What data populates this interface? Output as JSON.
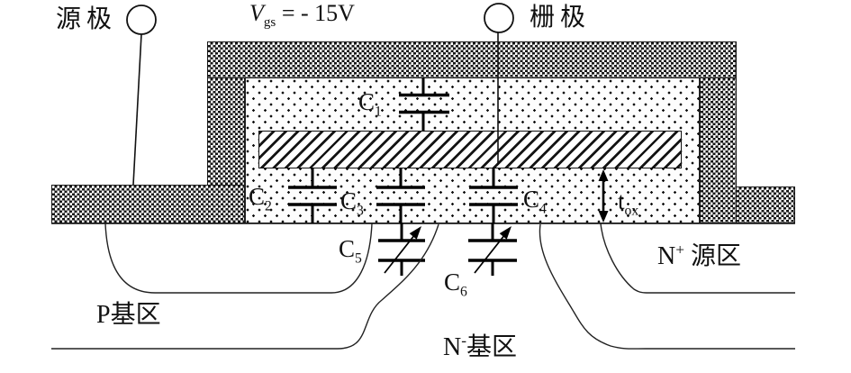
{
  "terminals": {
    "source": {
      "label": "源极"
    },
    "gate": {
      "label": "栅极"
    }
  },
  "bias": {
    "symbol": "V",
    "subscript": "gs",
    "value": "= - 15V"
  },
  "capacitors": [
    {
      "name": "C",
      "sub": "1",
      "type": "fixed"
    },
    {
      "name": "C",
      "sub": "2",
      "type": "fixed"
    },
    {
      "name": "C",
      "sub": "3",
      "type": "fixed"
    },
    {
      "name": "C",
      "sub": "4",
      "type": "fixed"
    },
    {
      "name": "C",
      "sub": "5",
      "type": "variable"
    },
    {
      "name": "C",
      "sub": "6",
      "type": "variable"
    }
  ],
  "oxide_thickness": {
    "symbol": "t",
    "subscript": "ox"
  },
  "regions": {
    "p_base": {
      "label": "P基区"
    },
    "n_minus_base": {
      "element": "N",
      "superscript": "-",
      "label": "基区"
    },
    "n_plus_source": {
      "element": "N",
      "superscript": "+",
      "label": "源区"
    }
  }
}
